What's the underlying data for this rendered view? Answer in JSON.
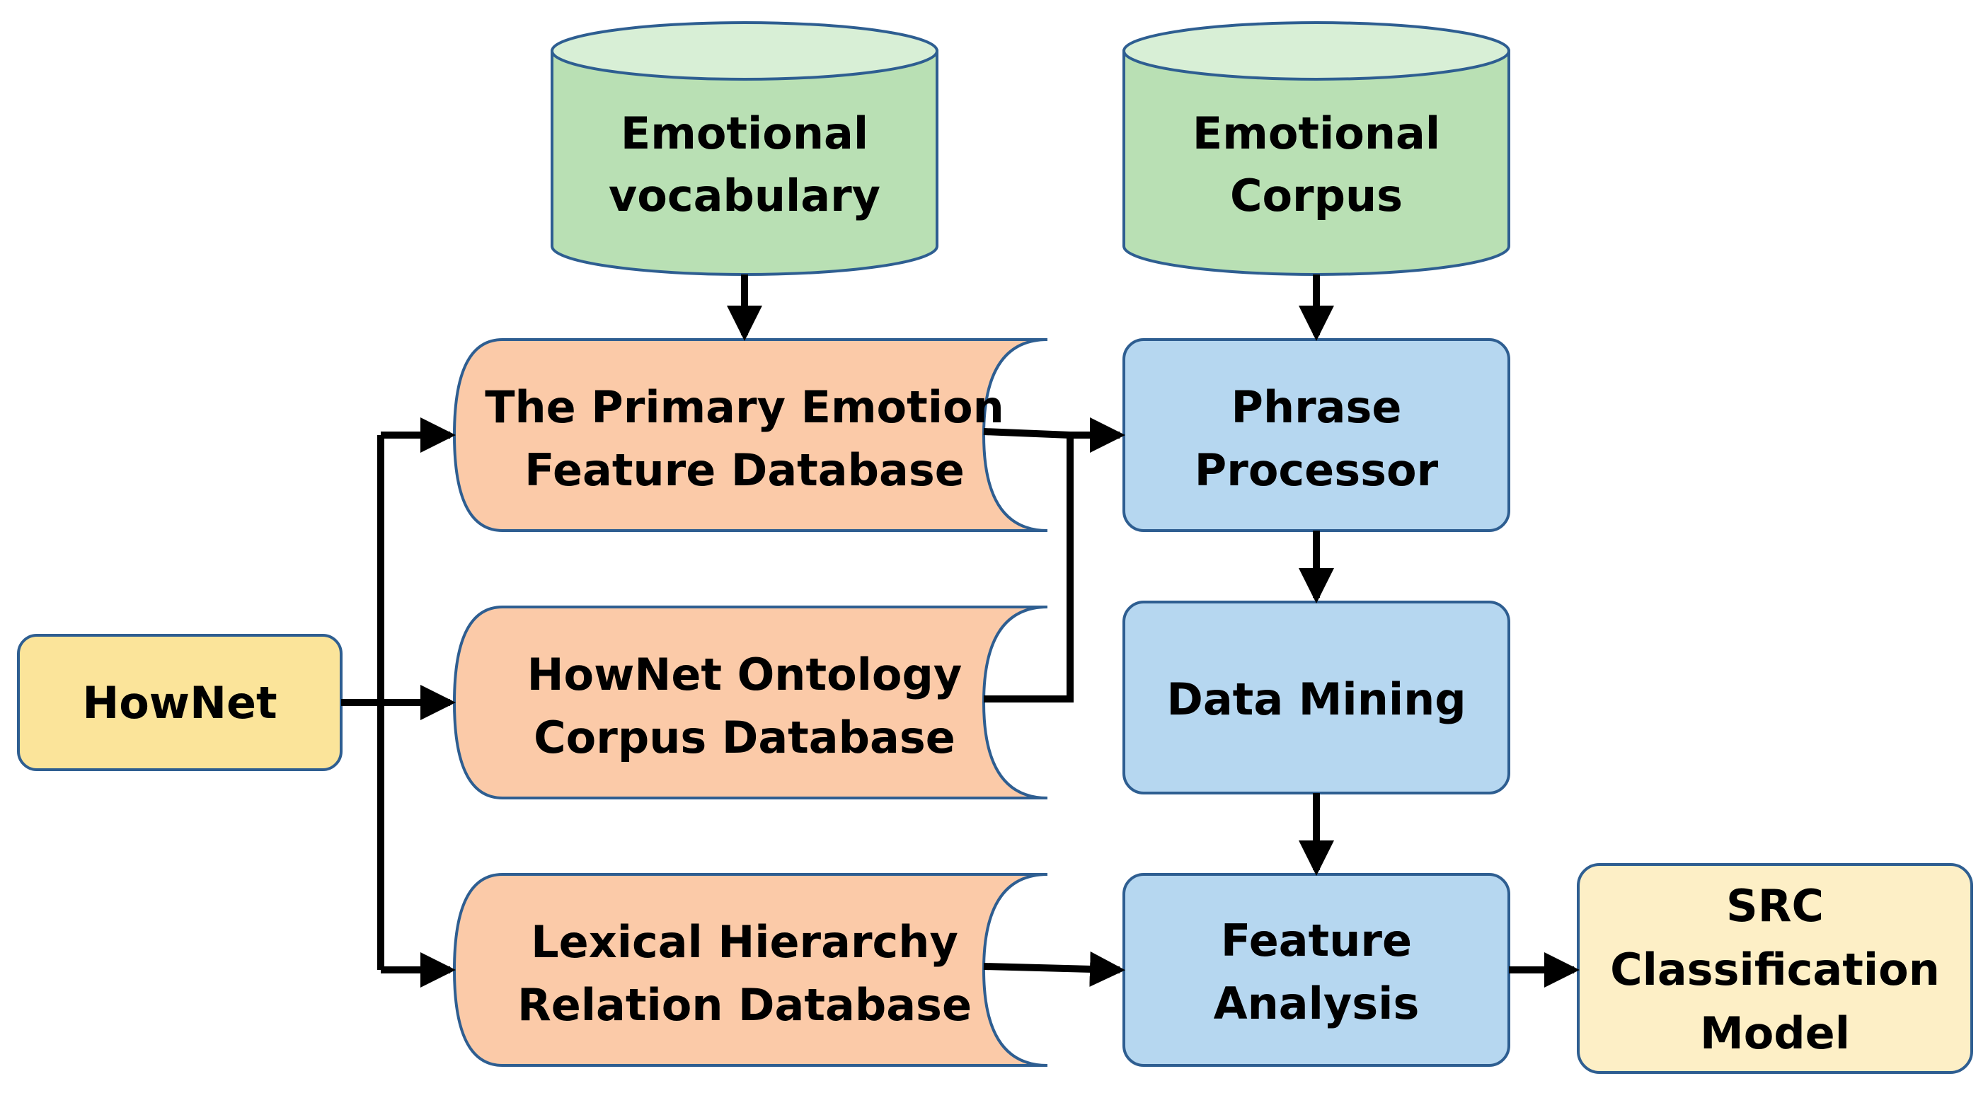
{
  "colors": {
    "database_fill": "#b9e0b4",
    "database_top": "#d8efd6",
    "store_fill": "#fbcaa8",
    "process_fill": "#b6d7f0",
    "source_fill": "#fbe49a",
    "output_fill": "#fdefc6",
    "border": "#2e5e91",
    "arrow": "#000000"
  },
  "nodes": {
    "emotional_vocabulary": {
      "line1": "Emotional",
      "line2": "vocabulary"
    },
    "emotional_corpus": {
      "line1": "Emotional",
      "line2": "Corpus"
    },
    "primary_emotion_db": {
      "line1": "The Primary Emotion",
      "line2": "Feature Database"
    },
    "hownet_ontology_db": {
      "line1": "HowNet Ontology",
      "line2": "Corpus Database"
    },
    "lexical_hierarchy_db": {
      "line1": "Lexical Hierarchy",
      "line2": "Relation Database"
    },
    "hownet": {
      "line1": "HowNet"
    },
    "phrase_processor": {
      "line1": "Phrase",
      "line2": "Processor"
    },
    "data_mining": {
      "line1": "Data Mining"
    },
    "feature_analysis": {
      "line1": "Feature",
      "line2": "Analysis"
    },
    "src_model": {
      "line1": "SRC",
      "line2": "Classification",
      "line3": "Model"
    }
  },
  "edges": [
    {
      "from": "emotional_vocabulary",
      "to": "primary_emotion_db"
    },
    {
      "from": "emotional_corpus",
      "to": "phrase_processor"
    },
    {
      "from": "hownet",
      "to": "primary_emotion_db"
    },
    {
      "from": "hownet",
      "to": "hownet_ontology_db"
    },
    {
      "from": "hownet",
      "to": "lexical_hierarchy_db"
    },
    {
      "from": "primary_emotion_db",
      "to": "phrase_processor"
    },
    {
      "from": "hownet_ontology_db",
      "to": "phrase_processor"
    },
    {
      "from": "phrase_processor",
      "to": "data_mining"
    },
    {
      "from": "data_mining",
      "to": "feature_analysis"
    },
    {
      "from": "lexical_hierarchy_db",
      "to": "feature_analysis"
    },
    {
      "from": "feature_analysis",
      "to": "src_model"
    }
  ]
}
